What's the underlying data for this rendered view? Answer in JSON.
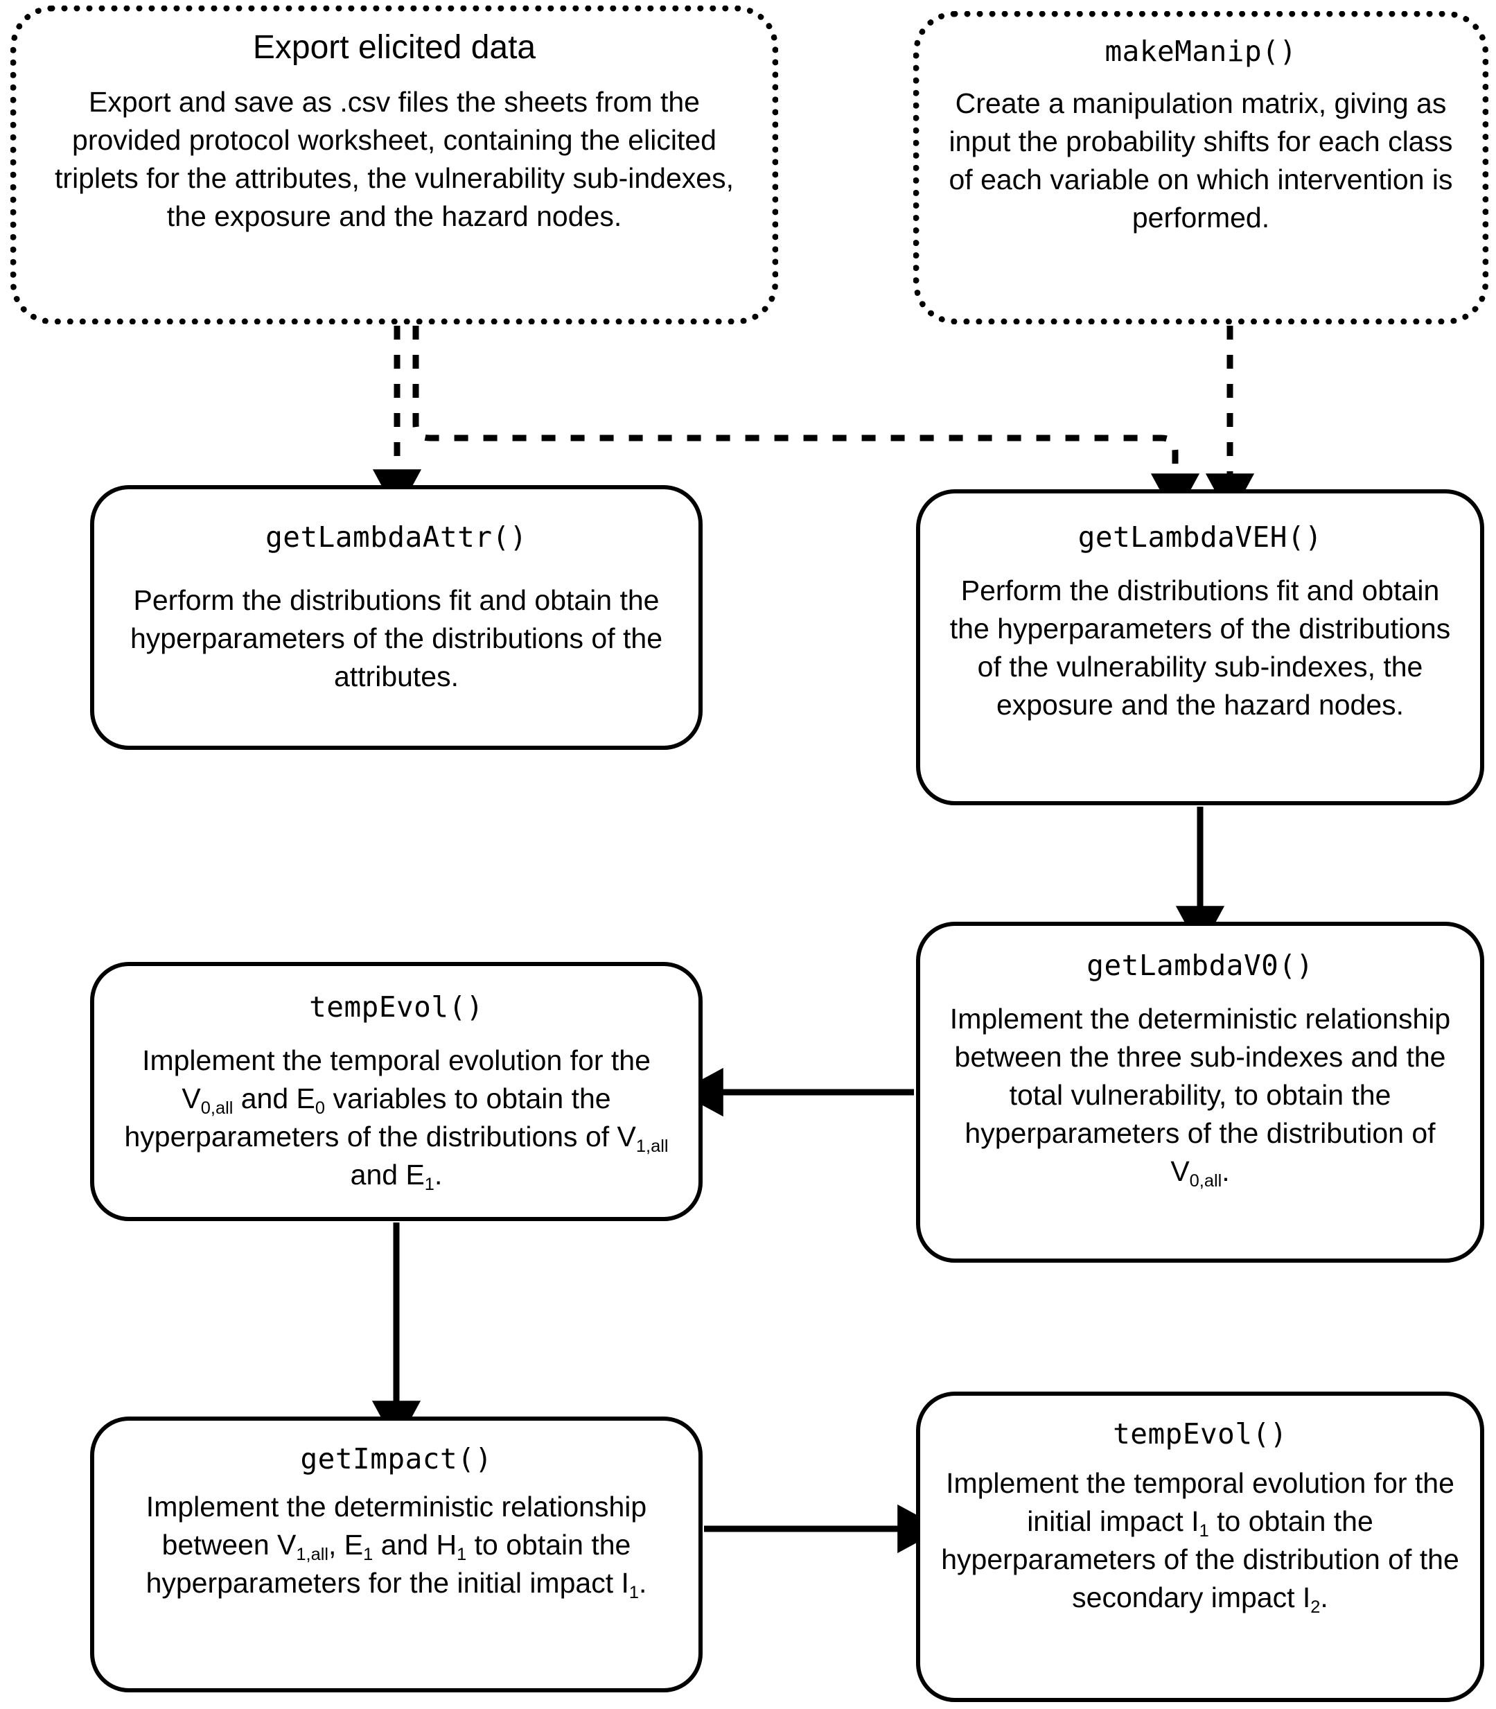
{
  "diagram": {
    "title_hidden": "",
    "colors": {
      "stroke": "#000000",
      "background": "#ffffff",
      "text": "#000000"
    }
  },
  "nodes": {
    "export": {
      "title": "Export elicited data",
      "body": "Export and save as .csv files the sheets from the provided protocol worksheet, containing the elicited triplets for the attributes, the vulnerability sub-indexes, the exposure and the hazard nodes.",
      "border": "dotted"
    },
    "makemanip": {
      "title": "makeManip()",
      "body": "Create a manipulation matrix, giving as input the probability shifts for each class of each variable on which intervention is performed.",
      "border": "dotted"
    },
    "getlambdaattr": {
      "title": "getLambdaAttr()",
      "body": "Perform the distributions fit and obtain the hyperparameters of the distributions of the attributes.",
      "border": "solid"
    },
    "getlambdaveh": {
      "title": "getLambdaVEH()",
      "body": "Perform the distributions fit and obtain the hyperparameters of the distributions of the vulnerability sub-indexes, the exposure and the hazard nodes.",
      "border": "solid"
    },
    "tempevol1": {
      "title": "tempEvol()",
      "body_parts": [
        "Implement the temporal evolution for the V",
        "0,all",
        " and E",
        "0",
        " variables to obtain the hyperparameters of the distributions of V",
        "1,all",
        " and E",
        "1",
        "."
      ],
      "border": "solid"
    },
    "getlambdav0": {
      "title": "getLambdaV0()",
      "body_parts": [
        "Implement the deterministic relationship between the three sub-indexes and the total vulnerability, to obtain the hyperparameters of the distribution of V",
        "0,all",
        "."
      ],
      "border": "solid"
    },
    "getimpact": {
      "title": "getImpact()",
      "body_parts": [
        "Implement the deterministic relationship between V",
        "1,all",
        ", E",
        "1",
        " and H",
        "1",
        " to obtain the hyperparameters for the initial impact I",
        "1",
        "."
      ],
      "border": "solid"
    },
    "tempevol2": {
      "title": "tempEvol()",
      "body_parts": [
        "Implement the temporal evolution for the initial impact I",
        "1",
        " to obtain the hyperparameters of the distribution of the secondary impact I",
        "2",
        "."
      ],
      "border": "solid"
    }
  },
  "edges": [
    {
      "id": "export-to-attr",
      "from": "export",
      "to": "getlambdaattr",
      "style": "dotted",
      "direction": "down"
    },
    {
      "id": "export-to-veh",
      "from": "export",
      "to": "getlambdaveh",
      "style": "dotted",
      "direction": "down-right"
    },
    {
      "id": "makemanip-to-veh",
      "from": "makemanip",
      "to": "getlambdaveh",
      "style": "dotted",
      "direction": "down"
    },
    {
      "id": "veh-to-v0",
      "from": "getlambdaveh",
      "to": "getlambdav0",
      "style": "solid",
      "direction": "down"
    },
    {
      "id": "v0-to-tempevol1",
      "from": "getlambdav0",
      "to": "tempevol1",
      "style": "solid",
      "direction": "left"
    },
    {
      "id": "tempevol1-to-impact",
      "from": "tempevol1",
      "to": "getimpact",
      "style": "solid",
      "direction": "down"
    },
    {
      "id": "impact-to-tempevol2",
      "from": "getimpact",
      "to": "tempevol2",
      "style": "solid",
      "direction": "right"
    }
  ]
}
